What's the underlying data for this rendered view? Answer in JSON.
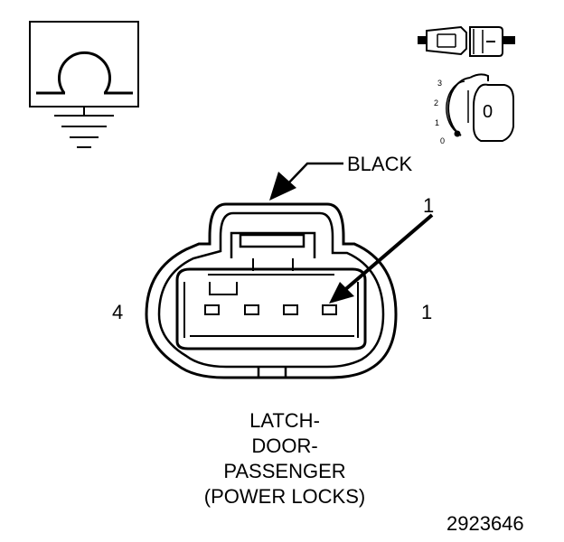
{
  "labels": {
    "wire_color": "BLACK",
    "pin_callout": "1",
    "pin_left": "4",
    "pin_right": "1",
    "figure_number": "2923646"
  },
  "caption": [
    "LATCH-",
    "DOOR-",
    "PASSENGER",
    "(POWER LOCKS)"
  ],
  "switch_positions": [
    "3",
    "2",
    "1",
    "0"
  ],
  "switch_knob_label": "0",
  "connector": {
    "terminal_count": 4
  }
}
